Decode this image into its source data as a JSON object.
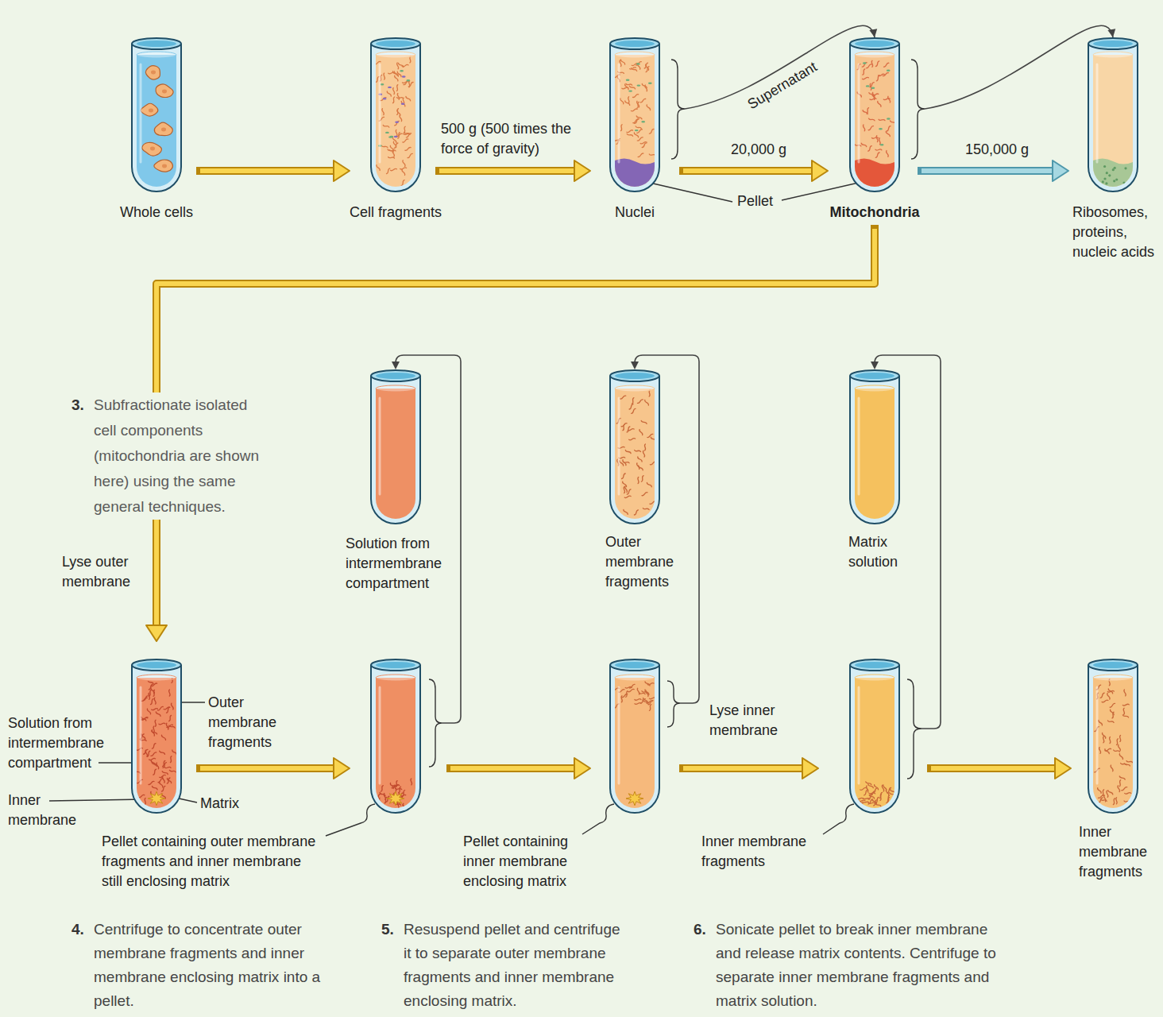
{
  "diagram": {
    "nodes": [
      {
        "text": [
          "Whole cells"
        ]
      },
      {
        "text": [
          "Cell fragments"
        ]
      },
      {
        "text": [
          "Nuclei"
        ]
      },
      {
        "text": [
          "Mitochondria"
        ]
      },
      {
        "text": [
          "Ribosomes, proteins, nucleic acids"
        ]
      },
      {
        "text": [
          "Solution from intermembrane compartment"
        ]
      },
      {
        "text": [
          "Outer membrane fragments"
        ]
      },
      {
        "text": [
          "Matrix solution"
        ]
      },
      {
        "text": [
          "Outer membrane fragments",
          "Solution from intermembrane compartment",
          "Inner membrane",
          "Matrix"
        ]
      },
      {
        "text": [
          "Pellet containing outer membrane fragments and inner membrane still enclosing matrix"
        ]
      },
      {
        "text": [
          "Pellet containing inner membrane enclosing matrix"
        ]
      },
      {
        "text": [
          "Inner membrane fragments"
        ]
      },
      {
        "text": [
          "Inner membrane fragments"
        ]
      }
    ],
    "edges": [
      {
        "from": 0,
        "to": 1,
        "arrow": "to"
      },
      {
        "from": 1,
        "to": 2,
        "label": "500 g (500 times the force of gravity)",
        "arrow": "to"
      },
      {
        "from": 2,
        "to": 3,
        "label": "Supernatant",
        "arrow": "to"
      },
      {
        "from": 2,
        "to": 3,
        "label": "20,000 g",
        "arrow": "to"
      },
      {
        "from": 3,
        "to": 4,
        "arrow": "to"
      },
      {
        "from": 3,
        "to": 4,
        "label": "150,000 g",
        "arrow": "to"
      },
      {
        "from": 3,
        "to": 8,
        "label": "Lyse outer membrane",
        "arrow": "to"
      },
      {
        "from": 8,
        "to": 9,
        "arrow": "to"
      },
      {
        "from": 9,
        "to": 5,
        "arrow": "to"
      },
      {
        "from": 9,
        "to": 10,
        "arrow": "to"
      },
      {
        "from": 10,
        "to": 6,
        "arrow": "to"
      },
      {
        "from": 10,
        "to": 11,
        "label": "Lyse inner membrane",
        "arrow": "to"
      },
      {
        "from": 11,
        "to": 7,
        "arrow": "to"
      },
      {
        "from": 11,
        "to": 12,
        "arrow": "to"
      }
    ],
    "labels": [
      "Pellet",
      "3.",
      "Subfractionate isolated cell components (mitochondria are shown here) using the same general techniques.",
      "4.",
      "Centrifuge to concentrate outer membrane fragments and inner membrane enclosing matrix into a pellet.",
      "5.",
      "Resuspend pellet and centrifuge it to separate outer membrane fragments and inner membrane enclosing matrix.",
      "6.",
      "Sonicate pellet to break inner membrane and release matrix contents. Centrifuge to separate inner membrane fragments and matrix solution."
    ]
  }
}
